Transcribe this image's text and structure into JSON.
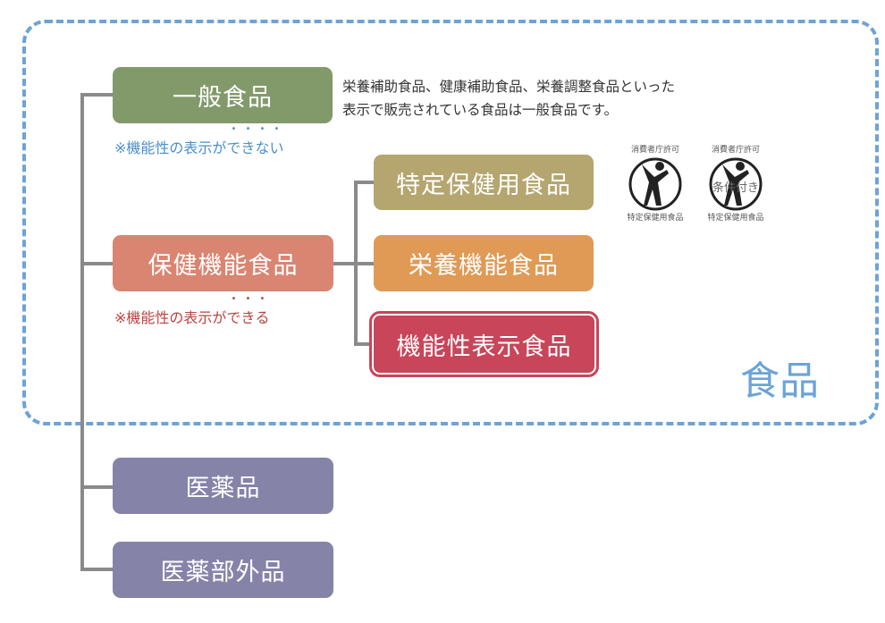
{
  "boxes": {
    "general": "一般食品",
    "health_function": "保健機能食品",
    "tokuho": "特定保健用食品",
    "nutrient": "栄養機能食品",
    "functional_claims": "機能性表示食品",
    "drugs": "医薬品",
    "quasi_drugs": "医薬部外品"
  },
  "notes": {
    "general_prefix": "※機能性の表示が",
    "general_dotted": [
      "で",
      "き",
      "な",
      "い"
    ],
    "health_prefix": "※機能性の表示が",
    "health_dotted": [
      "で",
      "き",
      "る"
    ]
  },
  "description": {
    "line1": "栄養補助食品、健康補助食品、栄養調整食品といった",
    "line2": "表示で販売されている食品は一般食品です。"
  },
  "logos": [
    {
      "top": "消費者庁許可",
      "bottom": "特定保健用食品"
    },
    {
      "top": "消費者庁許可",
      "bottom": "特定保健用食品",
      "center": "条件付き"
    }
  ],
  "food_label": "食品",
  "colors": {
    "frame": "#6ca3d8",
    "general": "#829a6a",
    "health_function": "#d98572",
    "tokuho": "#b5a56f",
    "nutrient": "#e09a55",
    "functional_claims": "#c8455a",
    "drugs": "#8683a8",
    "note_blue": "#4a8fc8",
    "note_red": "#b8433f"
  }
}
